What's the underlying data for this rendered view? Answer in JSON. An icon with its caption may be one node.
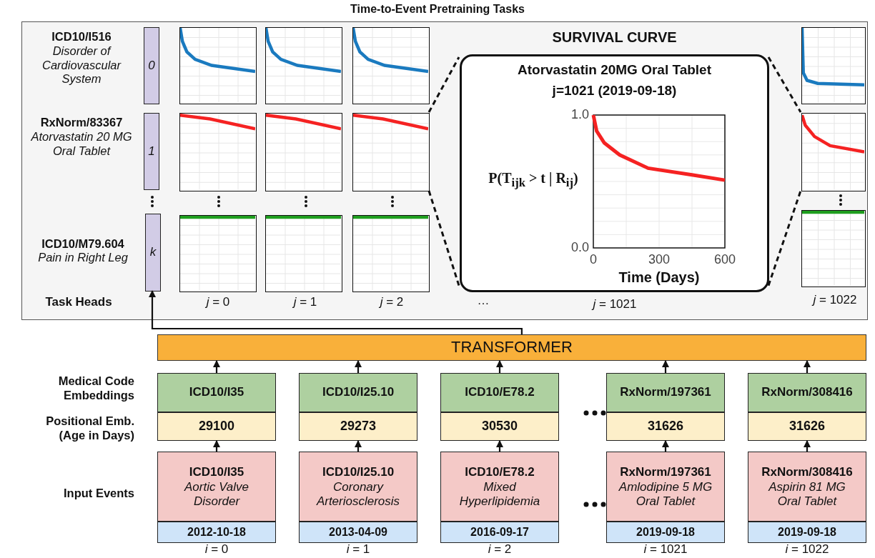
{
  "diagram": {
    "title": "Time-to-Event Pretraining Tasks",
    "nodes": [
      {
        "text": [],
        "shape": "box"
      },
      {
        "text": [
          "0"
        ],
        "in": 0,
        "beside": [
          "ICD10/I516",
          "Disorder of Cardiovascular System"
        ]
      },
      {
        "text": [],
        "shape": "box",
        "in": 0
      },
      {
        "text": [],
        "shape": "box",
        "in": 0
      },
      {
        "text": [],
        "shape": "box",
        "in": 0
      },
      {
        "text": [
          "Atorvastatin 20MG Oral Tablet",
          "j=1021 (2019-09-18)"
        ],
        "in": 0,
        "beside": [
          "SURVIVAL CURVE"
        ]
      },
      {
        "text": [],
        "shape": "box",
        "in": 0
      },
      {
        "text": [
          "1"
        ],
        "in": 0,
        "beside": [
          "RxNorm/83367",
          "Atorvastatin 20 MG Oral Tablet"
        ]
      },
      {
        "text": [],
        "shape": "box",
        "in": 0
      },
      {
        "text": [],
        "shape": "box",
        "in": 0
      },
      {
        "text": [],
        "shape": "box",
        "in": 0
      },
      {
        "text": [],
        "shape": "box",
        "in": 0
      },
      {
        "text": [
          "k"
        ],
        "in": 0,
        "beside": [
          "ICD10/M79.604",
          "Pain in Right Leg"
        ]
      },
      {
        "text": [],
        "shape": "box",
        "in": 0
      },
      {
        "text": [],
        "shape": "box",
        "in": 0
      },
      {
        "text": [],
        "shape": "box",
        "in": 0
      },
      {
        "text": [],
        "shape": "box",
        "in": 0
      },
      {
        "text": [
          "TRANSFORMER"
        ]
      },
      {
        "text": [
          "ICD10/I35"
        ]
      },
      {
        "text": [
          "ICD10/I25.10"
        ]
      },
      {
        "text": [
          "ICD10/E78.2"
        ]
      },
      {
        "text": [
          "RxNorm/197361"
        ]
      },
      {
        "text": [
          "RxNorm/308416"
        ]
      },
      {
        "text": [
          "29100"
        ]
      },
      {
        "text": [
          "29273"
        ]
      },
      {
        "text": [
          "30530"
        ]
      },
      {
        "text": [
          "31626"
        ]
      },
      {
        "text": [
          "31626"
        ]
      },
      {
        "text": [
          "ICD10/I35",
          "Aortic Valve Disorder"
        ]
      },
      {
        "text": [
          "ICD10/I25.10",
          "Coronary Arteriosclerosis"
        ]
      },
      {
        "text": [
          "ICD10/E78.2",
          "Mixed Hyperlipidemia"
        ]
      },
      {
        "text": [
          "RxNorm/197361",
          "Amlodipine 5 MG Oral Tablet"
        ]
      },
      {
        "text": [
          "RxNorm/308416",
          "Aspirin 81 MG Oral Tablet"
        ]
      },
      {
        "text": [
          "2012-10-18"
        ]
      },
      {
        "text": [
          "2013-04-09"
        ]
      },
      {
        "text": [
          "2016-09-17"
        ]
      },
      {
        "text": [
          "2019-09-18"
        ]
      },
      {
        "text": [
          "2019-09-18"
        ]
      }
    ],
    "edges": [
      {
        "from": 10,
        "to": 5,
        "arrow": "none",
        "style": "dashed"
      },
      {
        "from": 10,
        "to": 5,
        "arrow": "none",
        "style": "dashed"
      },
      {
        "from": 5,
        "to": 11,
        "arrow": "none",
        "style": "dashed"
      },
      {
        "from": 5,
        "to": 11,
        "arrow": "none",
        "style": "dashed"
      },
      {
        "from": 17,
        "to": 12,
        "arrow": "to"
      },
      {
        "from": 18,
        "to": 17,
        "arrow": "to"
      },
      {
        "from": 19,
        "to": 17,
        "arrow": "to"
      },
      {
        "from": 20,
        "to": 17,
        "arrow": "to"
      },
      {
        "from": 21,
        "to": 17,
        "arrow": "to"
      },
      {
        "from": 22,
        "to": 17,
        "arrow": "to"
      },
      {
        "from": 28,
        "to": 23,
        "arrow": "to"
      },
      {
        "from": 29,
        "to": 24,
        "arrow": "to"
      },
      {
        "from": 30,
        "to": 25,
        "arrow": "to"
      },
      {
        "from": 31,
        "to": 26,
        "arrow": "to"
      },
      {
        "from": 32,
        "to": 27,
        "arrow": "to"
      }
    ],
    "labels": [
      "Task Heads",
      "*j* = 0",
      "*j* = 1",
      "*j* = 2",
      "…",
      "*j* = 1021",
      "*j* = 1022",
      "Medical Code Embeddings",
      "Positional Emb. (Age in Days)",
      "Input Events",
      "*i* = 0",
      "*i* = 1",
      "*i* = 2",
      "*i* = 1021",
      "*i* = 1022"
    ],
    "chart_data": {
      "type": "line",
      "xlabel": "Time (Days)",
      "ylabel": "P(T$_{ijk}$ > t | R$_{ij}$)",
      "x": [
        0,
        15,
        50,
        120,
        250,
        450,
        600
      ],
      "series": [
        {
          "color": "#f52222",
          "values": [
            1.0,
            0.88,
            0.79,
            0.7,
            0.6,
            0.55,
            0.51
          ]
        }
      ],
      "xlim": [
        0,
        600
      ],
      "ylim": [
        0,
        1
      ],
      "xticks": [
        0,
        300,
        600
      ],
      "yticks": [
        {
          "value": 0,
          "label": "0.0"
        },
        {
          "value": 1,
          "label": "1.0"
        }
      ]
    }
  }
}
